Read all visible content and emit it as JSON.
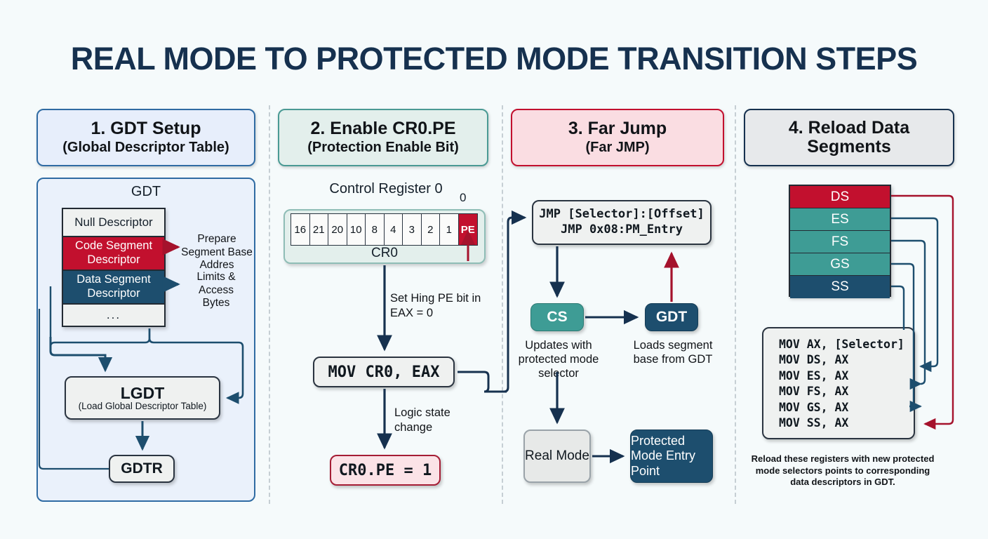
{
  "title": "REAL MODE TO PROTECTED MODE TRANSITION STEPS",
  "colors": {
    "background": "#f5fafb",
    "title": "#16314f",
    "navy": "#1d4e6e",
    "red": "#c2102e",
    "teal": "#3e9c95",
    "light_gray": "#eff1f0",
    "blue_panel": "#eaf1fb"
  },
  "columns": [
    {
      "header": {
        "line1": "1. GDT Setup",
        "line2": "(Global Descriptor Table)",
        "border": "#2f6ba3",
        "fill": "#e7eefb"
      },
      "panel_label": "GDT",
      "gdt_rows": [
        {
          "label": "Null Descriptor",
          "fill": "#eff1f0",
          "text_color": "#15202b"
        },
        {
          "label": "Code Segment Descriptor",
          "fill": "#c2102e",
          "text_color": "#ffffff"
        },
        {
          "label": "Data Segment Descriptor",
          "fill": "#1d4e6e",
          "text_color": "#ffffff"
        },
        {
          "label": "...",
          "fill": "#eff1f0",
          "text_color": "#15202b"
        }
      ],
      "notes": [
        {
          "text": "Prepare Segment Base Addres",
          "arrow_color": "#c2102e"
        },
        {
          "text": "Limits & Access Bytes",
          "arrow_color": "#1d4e6e"
        }
      ],
      "lgdt": {
        "title": "LGDT",
        "subtitle": "(Load Global Descriptor Table)"
      },
      "gdtr": {
        "title": "GDTR"
      }
    },
    {
      "header": {
        "line1": "2. Enable CR0.PE",
        "line2": "(Protection Enable Bit)",
        "border": "#4a9a94",
        "fill": "#e3efec"
      },
      "register_label": "Control Register 0",
      "bit_index_label": "0",
      "bits": [
        "16",
        "21",
        "20",
        "10",
        "8",
        "4",
        "3",
        "2",
        "1",
        "PE"
      ],
      "highlighted_bit": "PE",
      "register_name": "CR0",
      "edge_label_1": "Set Hing PE bit in EAX = 0",
      "mov_instruction": "MOV CR0, EAX",
      "edge_label_2": "Logic state change",
      "result": "CR0.PE = 1"
    },
    {
      "header": {
        "line1": "3. Far Jump",
        "line2": "(Far JMP)",
        "border": "#c2102e",
        "fill": "#fadde2"
      },
      "jmp_line1": "JMP [Selector]:[Offset]",
      "jmp_line2": "JMP 0x08:PM_Entry",
      "cs_box": "CS",
      "gdt_box": "GDT",
      "cs_caption": "Updates with protected mode selector",
      "gdt_caption": "Loads segment base from GDT",
      "real_mode": "Real Mode",
      "pm_entry": "Protected Mode Entry Point"
    },
    {
      "header": {
        "line1": "4. Reload Data",
        "line2": "Segments",
        "border": "#16314f",
        "fill": "#e7e9eb"
      },
      "segments": [
        {
          "name": "DS",
          "fill": "#c2102e"
        },
        {
          "name": "ES",
          "fill": "#3e9c95"
        },
        {
          "name": "FS",
          "fill": "#3e9c95"
        },
        {
          "name": "GS",
          "fill": "#3e9c95"
        },
        {
          "name": "SS",
          "fill": "#1d4e6e"
        }
      ],
      "code": [
        "MOV AX, [Selector]",
        "MOV DS, AX",
        "MOV ES, AX",
        "MOV FS, AX",
        "MOV GS, AX",
        "MOV SS, AX"
      ],
      "footnote": "Reload these registers with new protected mode selectors points to corresponding data descriptors in GDT."
    }
  ]
}
